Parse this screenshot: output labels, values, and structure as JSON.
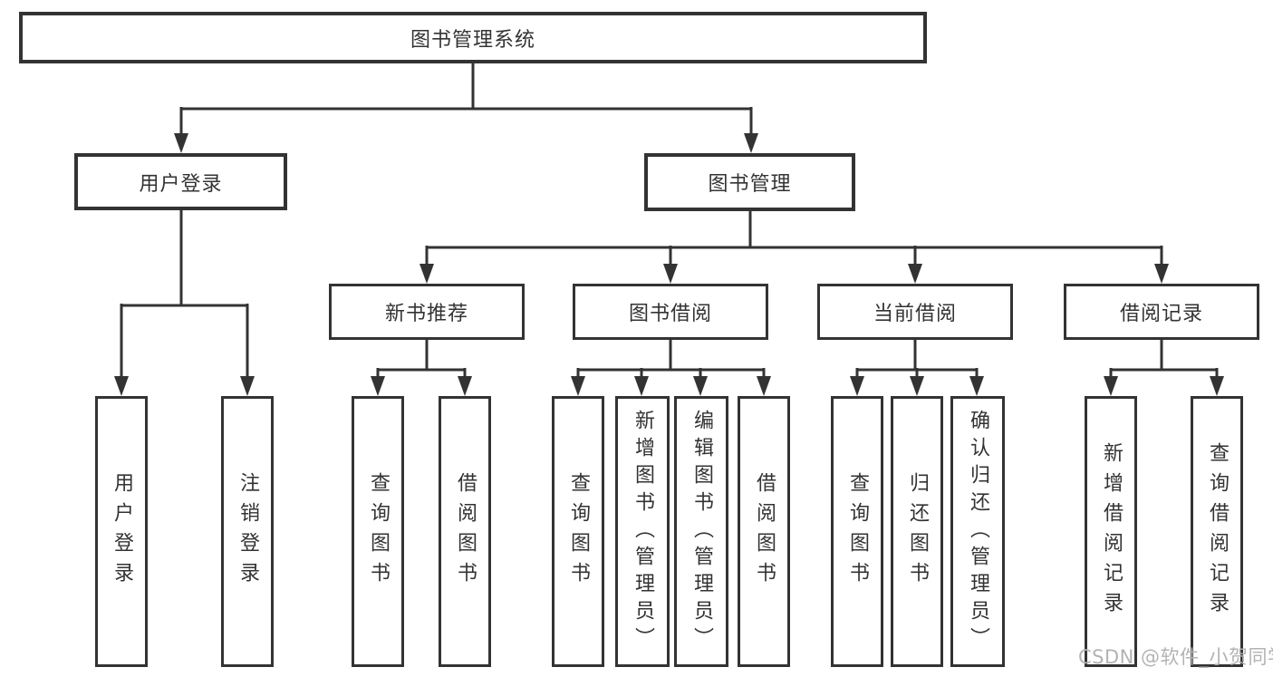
{
  "diagram": {
    "root": {
      "label": "图书管理系统"
    },
    "level2": [
      {
        "label": "用户登录",
        "leaves": [
          {
            "label": "用户登录"
          },
          {
            "label": "注销登录"
          }
        ]
      },
      {
        "label": "图书管理",
        "sections": [
          {
            "label": "新书推荐",
            "leaves": [
              {
                "label": "查询图书"
              },
              {
                "label": "借阅图书"
              }
            ]
          },
          {
            "label": "图书借阅",
            "leaves": [
              {
                "label": "查询图书"
              },
              {
                "label": "新增图书（管理员）"
              },
              {
                "label": "编辑图书（管理员）"
              },
              {
                "label": "借阅图书"
              }
            ]
          },
          {
            "label": "当前借阅",
            "leaves": [
              {
                "label": "查询图书"
              },
              {
                "label": "归还图书"
              },
              {
                "label": "确认归还（管理员）"
              }
            ]
          },
          {
            "label": "借阅记录",
            "leaves": [
              {
                "label": "新增借阅记录"
              },
              {
                "label": "查询借阅记录"
              }
            ]
          }
        ]
      }
    ]
  },
  "watermark": {
    "text": "CSDN @软件_小贺同学"
  },
  "colors": {
    "line": "#333333",
    "text": "#333333",
    "box_background": "#ffffff",
    "page_background": "#ffffff",
    "watermark": "#b3b3b3"
  }
}
